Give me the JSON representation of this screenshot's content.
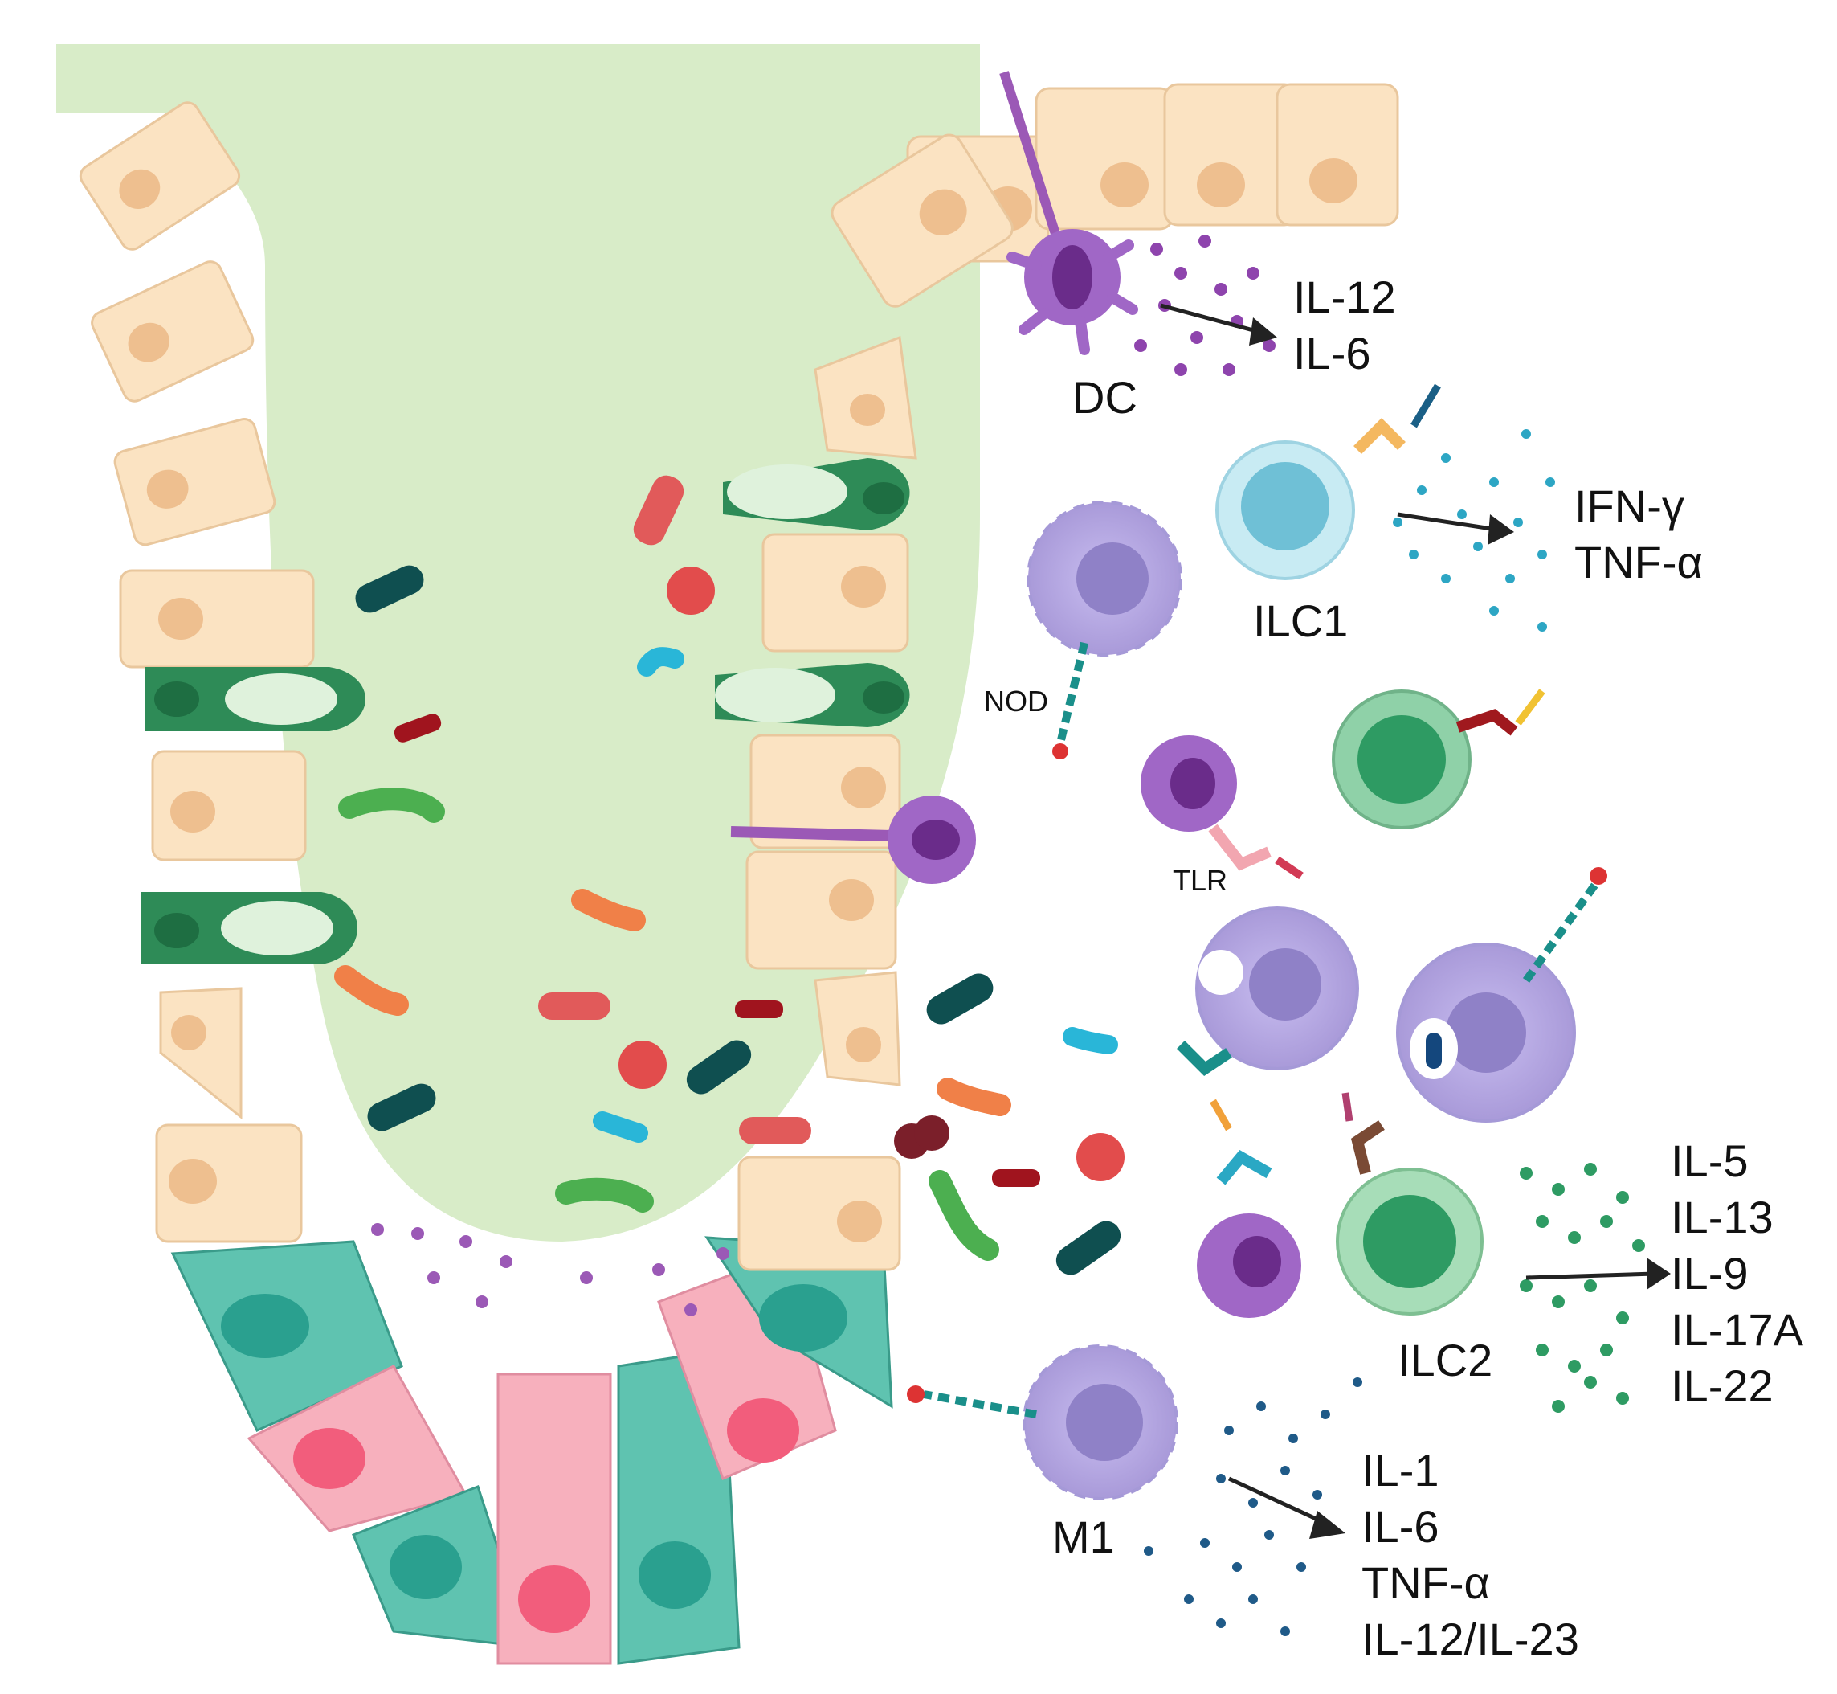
{
  "cells": {
    "dc": "DC",
    "ilc1": "ILC1",
    "ilc2": "ILC2",
    "m1": "M1"
  },
  "receptors": {
    "nod": "NOD",
    "tlr": "TLR"
  },
  "cytokines": {
    "dc": [
      "IL-12",
      "IL-6"
    ],
    "ilc1": [
      "IFN-γ",
      "TNF-α"
    ],
    "ilc2": [
      "IL-5",
      "IL-13",
      "IL-9",
      "IL-17A",
      "IL-22"
    ],
    "m1": [
      "IL-1",
      "IL-6",
      "TNF-α",
      "IL-12/IL-23"
    ]
  },
  "colors": {
    "lumen": "#d8ecc8",
    "enterocyte": "#fbe3c2",
    "nucleus": "#eebf8f",
    "goblet": "#2e8b57",
    "paneth": "#f7a8b5",
    "stem": "#5fc3b0",
    "dc": "#9b59b6",
    "macrophage": "#b7a9e0",
    "ilc1": "#a8dcea",
    "ilc2": "#8fd1a8"
  }
}
